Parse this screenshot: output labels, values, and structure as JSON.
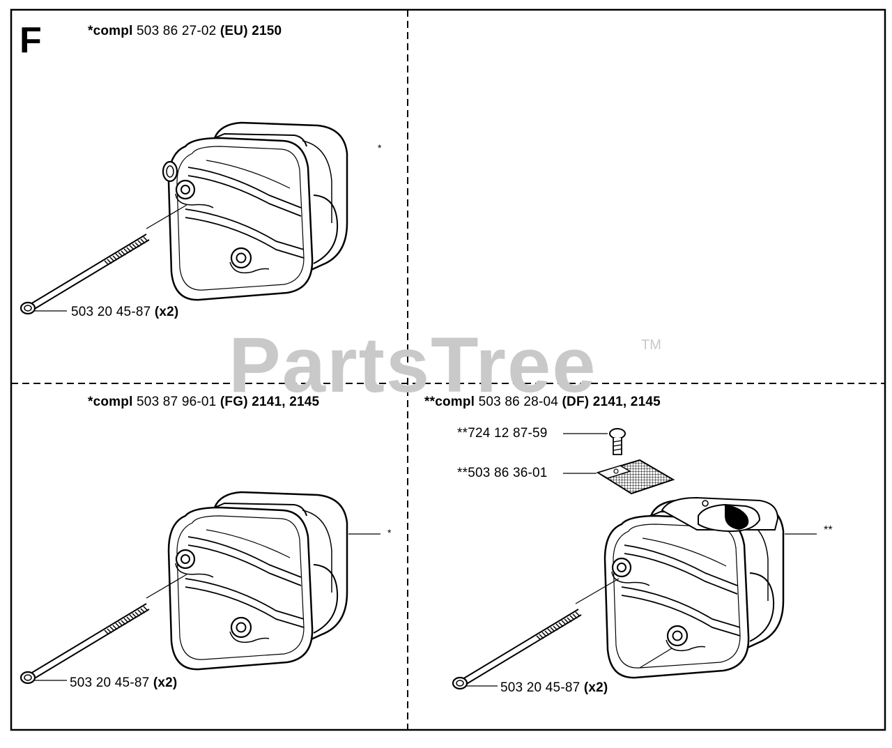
{
  "section_letter": "F",
  "watermark": {
    "text": "PartsTree",
    "trademark": "TM"
  },
  "panels": {
    "top_left": {
      "heading": {
        "prefix": "*compl",
        "part": "503 86 27-02",
        "variant": "(EU)",
        "models": "2150"
      },
      "callout_marker": "*",
      "bolt": {
        "part": "503 20 45-87",
        "qty": "(x2)"
      }
    },
    "bottom_left": {
      "heading": {
        "prefix": "*compl",
        "part": "503 87 96-01",
        "variant": "(FG)",
        "models": "2141, 2145"
      },
      "callout_marker": "*",
      "bolt": {
        "part": "503 20 45-87",
        "qty": "(x2)"
      }
    },
    "bottom_right": {
      "heading": {
        "prefix": "**compl",
        "part": "503 86 28-04",
        "variant": "(DF)",
        "models": "2141, 2145"
      },
      "callout_marker": "**",
      "screw": {
        "part": "**724 12 87-59"
      },
      "screen": {
        "part": "**503 86 36-01"
      },
      "bolt": {
        "part": "503 20 45-87",
        "qty": "(x2)"
      }
    }
  }
}
